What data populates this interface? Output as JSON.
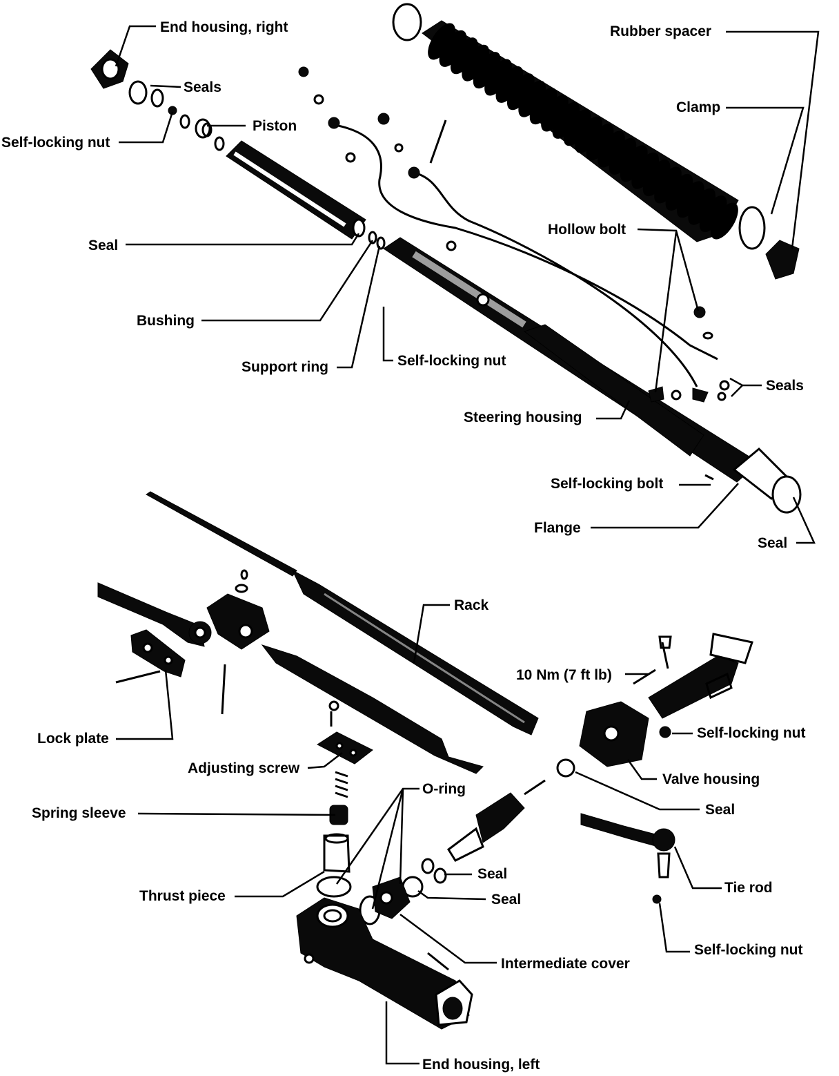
{
  "labels": {
    "end_housing_right": "End housing, right",
    "seals_top": "Seals",
    "piston": "Piston",
    "self_locking_nut_top_left": "Self-locking nut",
    "rubber_spacer": "Rubber spacer",
    "clamp": "Clamp",
    "hollow_bolt": "Hollow bolt",
    "seal_upper_left": "Seal",
    "bushing": "Bushing",
    "support_ring": "Support ring",
    "self_locking_nut_mid": "Self-locking nut",
    "seals_right": "Seals",
    "steering_housing": "Steering housing",
    "self_locking_bolt": "Self-locking bolt",
    "flange": "Flange",
    "seal_right": "Seal",
    "rack": "Rack",
    "torque": "10 Nm (7 ft lb)",
    "self_locking_nut_valve": "Self-locking nut",
    "lock_plate": "Lock plate",
    "adjusting_screw": "Adjusting screw",
    "valve_housing": "Valve housing",
    "o_ring": "O-ring",
    "seal_valve": "Seal",
    "spring_sleeve": "Spring sleeve",
    "seal_pinion_1": "Seal",
    "seal_pinion_2": "Seal",
    "tie_rod": "Tie rod",
    "thrust_piece": "Thrust piece",
    "self_locking_nut_tie_rod": "Self-locking nut",
    "intermediate_cover": "Intermediate cover",
    "end_housing_left": "End housing, left"
  }
}
